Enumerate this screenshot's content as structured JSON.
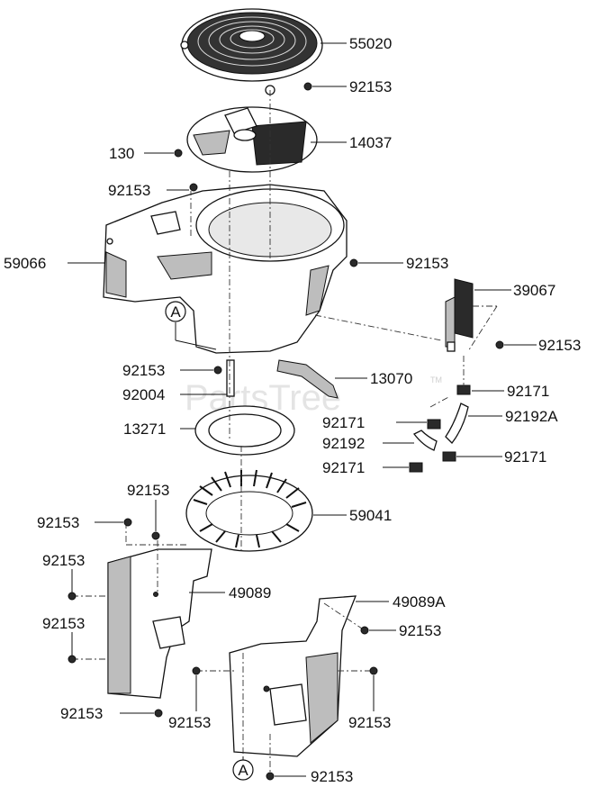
{
  "watermark": {
    "text": "PartsTree",
    "tm": "TM"
  },
  "labels": {
    "p55020": "55020",
    "p92153_top": "92153",
    "p14037": "14037",
    "p130": "130",
    "p92153_a": "92153",
    "p59066": "59066",
    "p92153_b": "92153",
    "p39067": "39067",
    "p92153_c": "92153",
    "pA1": "A",
    "p92153_d": "92153",
    "p13070": "13070",
    "p92004": "92004",
    "p92171_a": "92171",
    "p92171_b": "92171",
    "p13271": "13271",
    "p92192A": "92192A",
    "p92192": "92192",
    "p92171_c": "92171",
    "p92171_d": "92171",
    "p92153_e": "92153",
    "p59041": "59041",
    "p92153_f": "92153",
    "p92153_g": "92153",
    "p49089": "49089",
    "p92153_h": "92153",
    "p49089A": "49089A",
    "p92153_i": "92153",
    "p92153_j": "92153",
    "p92153_k": "92153",
    "p92153_l": "92153",
    "pA2": "A",
    "p92153_m": "92153"
  }
}
